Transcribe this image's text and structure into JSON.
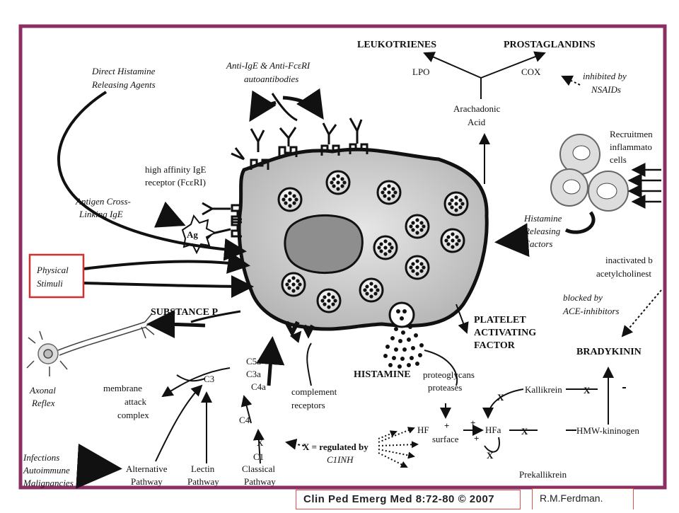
{
  "colors": {
    "frame": "#8b2f63",
    "highlight": "#d32f2f",
    "cell_fill": "#c9c9c9",
    "ink": "#111111"
  },
  "labels": {
    "direct_histamine": [
      "Direct Histamine",
      "Releasing Agents"
    ],
    "anti_ige": [
      "Anti-IgE & Anti-FcεRI",
      "autoantibodies"
    ],
    "leukotrienes": "LEUKOTRIENES",
    "prostaglandins": "PROSTAGLANDINS",
    "lpo": "LPO",
    "cox": "COX",
    "nsaids": [
      "inhibited by",
      "NSAIDs"
    ],
    "arachadonic": [
      "Arachadonic",
      "Acid"
    ],
    "recruitment": [
      "Recruitmen",
      "inflammato",
      "cells"
    ],
    "high_affinity": [
      "high affinity IgE",
      "receptor (FcεRI)"
    ],
    "antigen_cross": [
      "Antigen Cross-",
      "Linking IgE"
    ],
    "ag": "Ag",
    "histamine_releasing": [
      "Histamine",
      "Releasing",
      "Factors"
    ],
    "physical_stimuli": [
      "Physical",
      "Stimuli"
    ],
    "inactivated": [
      "inactivated b",
      "acetylcholinest"
    ],
    "blocked_ace": [
      "blocked by",
      "ACE-inhibitors"
    ],
    "substance_p": "SUBSTANCE P",
    "platelet": [
      "PLATELET",
      "ACTIVATING",
      "FACTOR"
    ],
    "bradykinin": "BRADYKININ",
    "axonal": [
      "Axonal",
      "Reflex"
    ],
    "c5a": "C5a",
    "c3a": "C3a",
    "c4a": "C4a",
    "c3": "C3",
    "c4": "C4",
    "c1": "C1",
    "histamine": "HISTAMINE",
    "membrane_attack": [
      "membrane",
      "attack",
      "complex"
    ],
    "complement_receptors": [
      "complement",
      "receptors"
    ],
    "proteoglycans": [
      "proteoglycans",
      "proteases"
    ],
    "kallikrein": "Kallikrein",
    "hf": "HF",
    "hfa": "HFa",
    "surface": "surface",
    "hmw": "HMW-kininogen",
    "x_mark": "X",
    "plus": "+",
    "x_regulated": "X = regulated by",
    "c1inh": "C1INH",
    "infections": [
      "Infections",
      "Autoimmune",
      "Malignancies"
    ],
    "alternative": [
      "Alternative",
      "Pathway"
    ],
    "lectin": [
      "Lectin",
      "Pathway"
    ],
    "classical": [
      "Classical",
      "Pathway"
    ],
    "prekallikrein": "Prekallikrein"
  },
  "footer": {
    "citation": "Clin Ped Emerg Med 8:72-80 © 2007",
    "author": "R.M.Ferdman."
  }
}
